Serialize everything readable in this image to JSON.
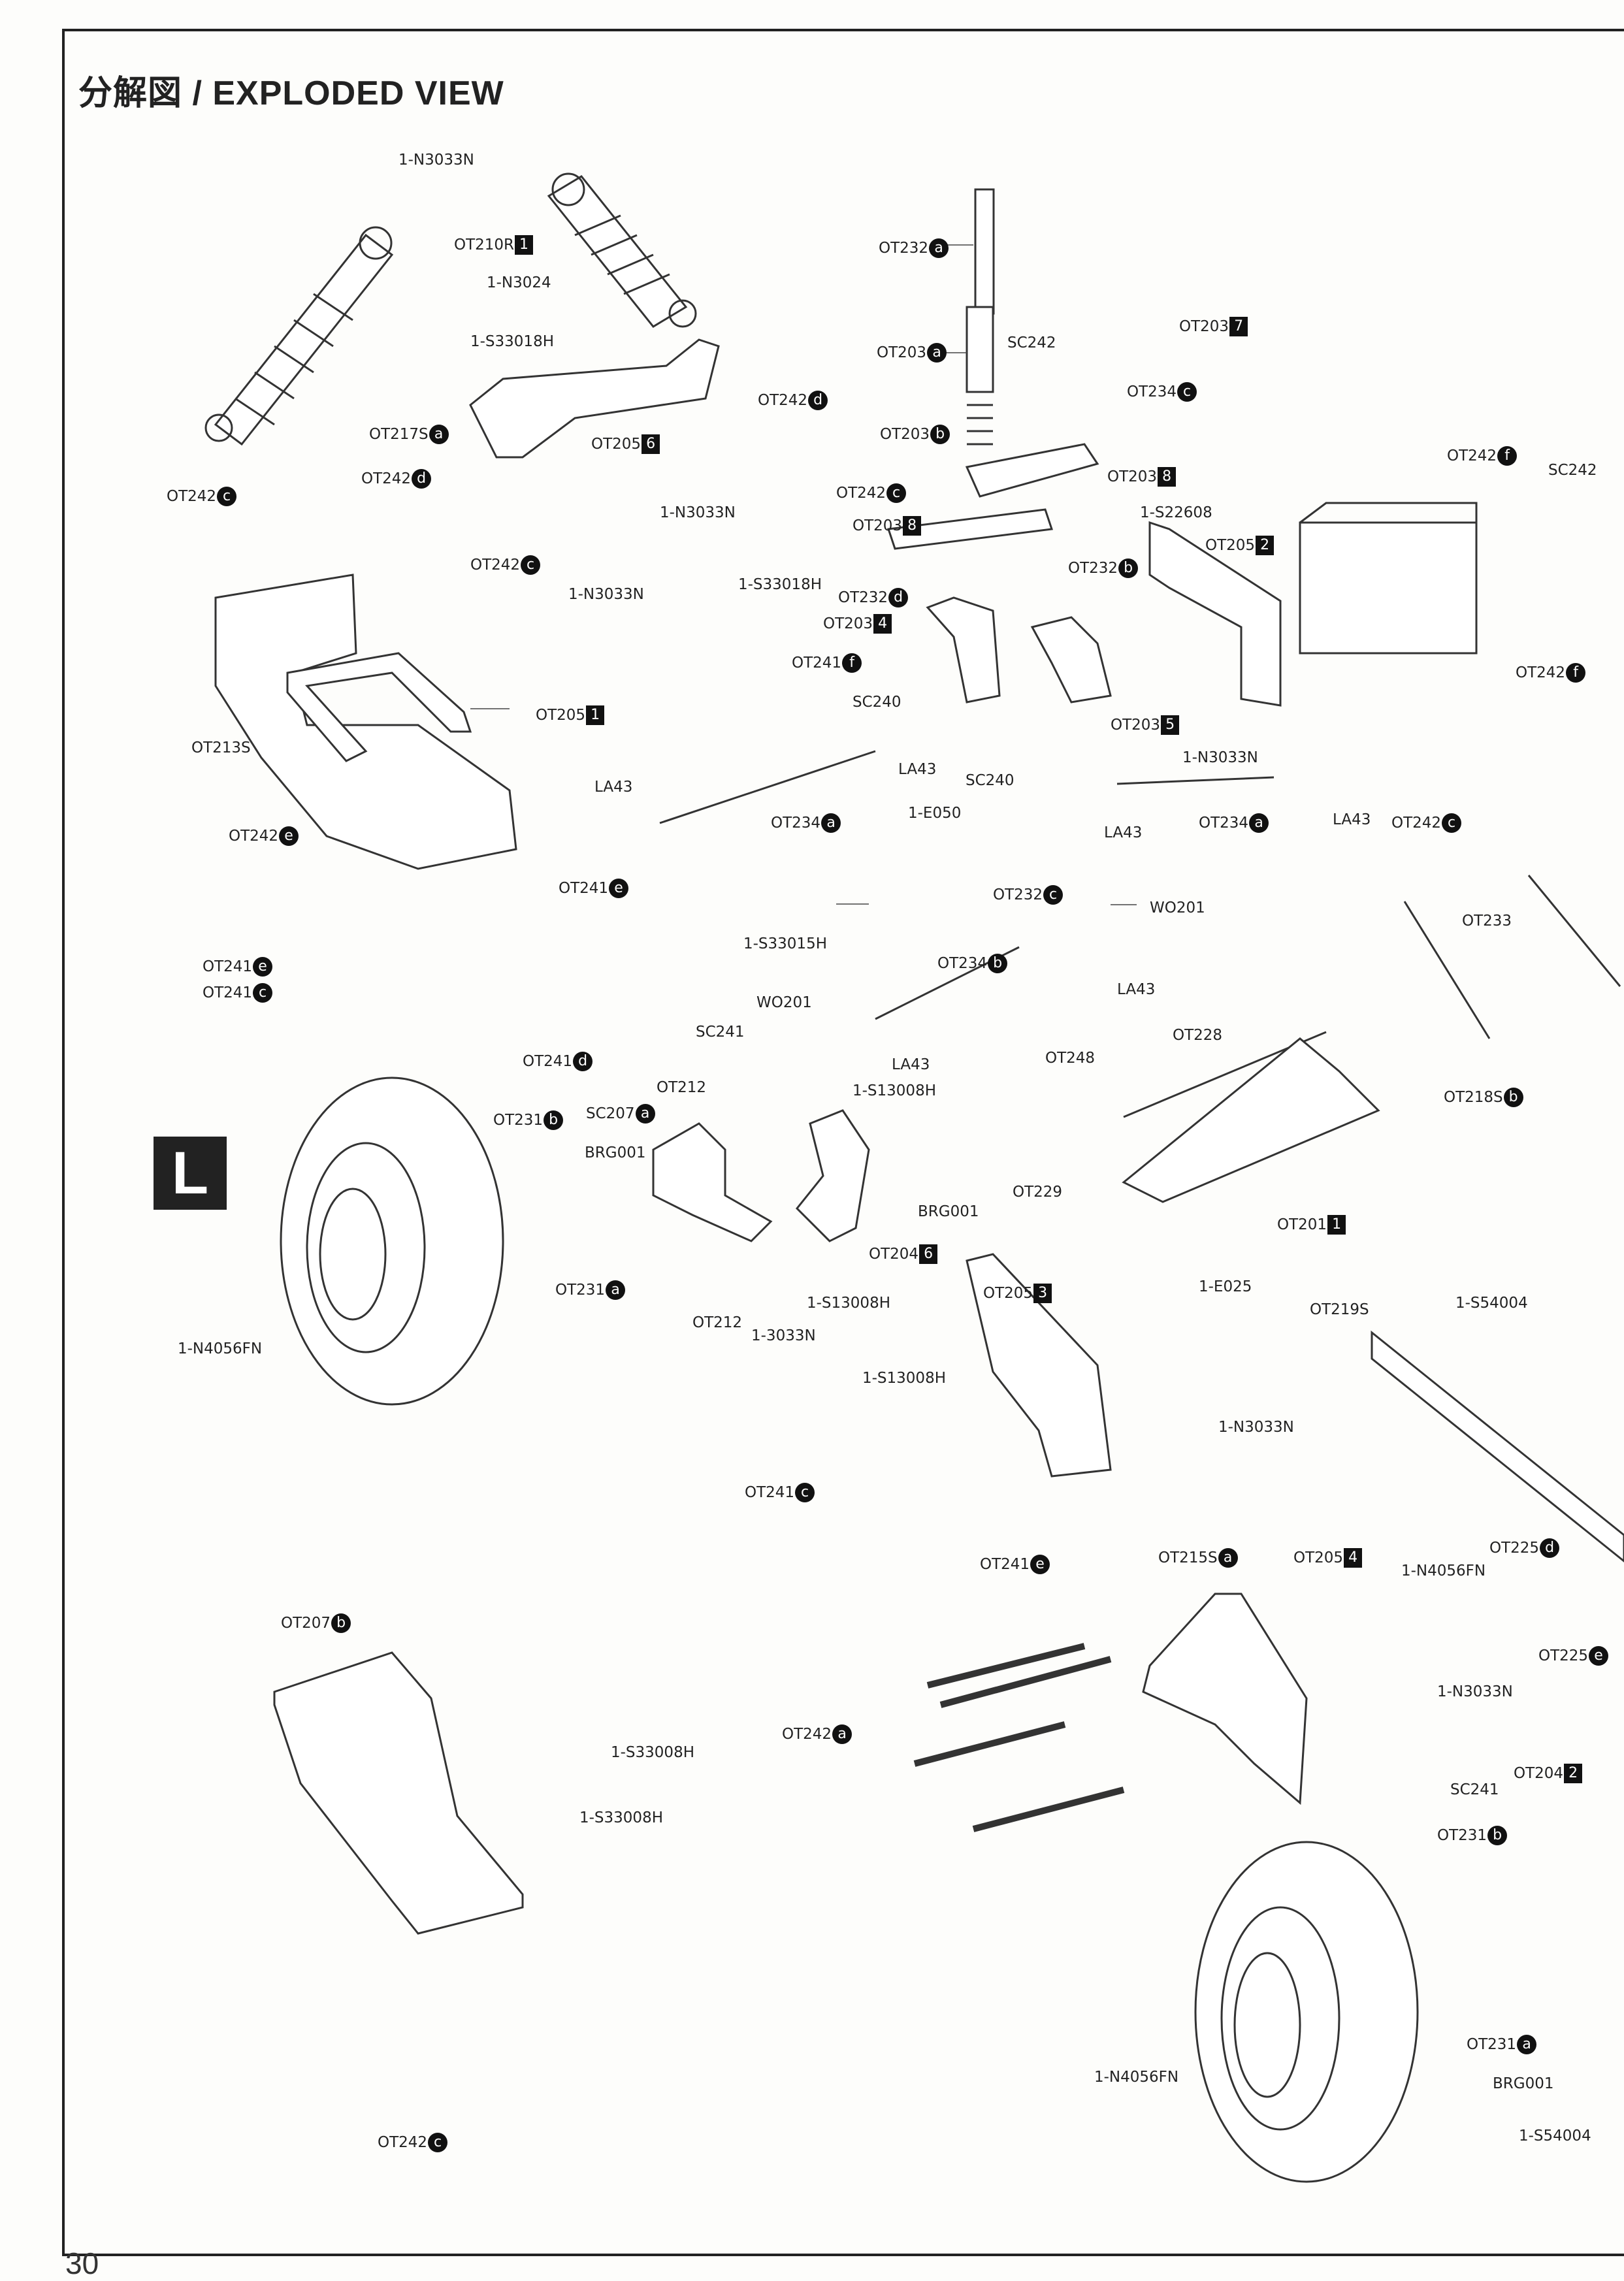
{
  "page": {
    "title": "分解図 / EXPLODED VIEW",
    "page_number": "30",
    "side_marker": "L"
  },
  "labels": [
    {
      "id": "n3033n-top",
      "code": "1-N3033N",
      "badge": null
    },
    {
      "id": "ot210r",
      "code": "OT210R",
      "badge": "1",
      "badge_shape": "square"
    },
    {
      "id": "n3024",
      "code": "1-N3024",
      "badge": null
    },
    {
      "id": "s33018h-top",
      "code": "1-S33018H",
      "badge": null
    },
    {
      "id": "ot217s",
      "code": "OT217S",
      "badge": "a",
      "badge_shape": "circle"
    },
    {
      "id": "ot205-6",
      "code": "OT205",
      "badge": "6",
      "badge_shape": "square"
    },
    {
      "id": "ot242d-1",
      "code": "OT242",
      "badge": "d",
      "badge_shape": "circle"
    },
    {
      "id": "ot242c-1",
      "code": "OT242",
      "badge": "c",
      "badge_shape": "circle"
    },
    {
      "id": "ot242c-2",
      "code": "OT242",
      "badge": "c",
      "badge_shape": "circle"
    },
    {
      "id": "n3033n-2",
      "code": "1-N3033N",
      "badge": null
    },
    {
      "id": "n3033n-3",
      "code": "1-N3033N",
      "badge": null
    },
    {
      "id": "s33018h-2",
      "code": "1-S33018H",
      "badge": null
    },
    {
      "id": "ot242d-2",
      "code": "OT242",
      "badge": "d",
      "badge_shape": "circle"
    },
    {
      "id": "ot242c-3",
      "code": "OT242",
      "badge": "c",
      "badge_shape": "circle"
    },
    {
      "id": "ot232a",
      "code": "OT232",
      "badge": "a",
      "badge_shape": "circle"
    },
    {
      "id": "ot203a",
      "code": "OT203",
      "badge": "a",
      "badge_shape": "circle"
    },
    {
      "id": "sc242-1",
      "code": "SC242",
      "badge": null
    },
    {
      "id": "ot203-7",
      "code": "OT203",
      "badge": "7",
      "badge_shape": "square"
    },
    {
      "id": "ot234c",
      "code": "OT234",
      "badge": "c",
      "badge_shape": "circle"
    },
    {
      "id": "ot203b",
      "code": "OT203",
      "badge": "b",
      "badge_shape": "circle"
    },
    {
      "id": "ot203-8a",
      "code": "OT203",
      "badge": "8",
      "badge_shape": "square"
    },
    {
      "id": "ot203-8b",
      "code": "OT203",
      "badge": "8",
      "badge_shape": "square"
    },
    {
      "id": "s22608",
      "code": "1-S22608",
      "badge": null
    },
    {
      "id": "ot205-2",
      "code": "OT205",
      "badge": "2",
      "badge_shape": "square"
    },
    {
      "id": "ot232d",
      "code": "OT232",
      "badge": "d",
      "badge_shape": "circle"
    },
    {
      "id": "ot232b",
      "code": "OT232",
      "badge": "b",
      "badge_shape": "circle"
    },
    {
      "id": "ot203-4",
      "code": "OT203",
      "badge": "4",
      "badge_shape": "square"
    },
    {
      "id": "ot241f",
      "code": "OT241",
      "badge": "f",
      "badge_shape": "circle"
    },
    {
      "id": "sc240-1",
      "code": "SC240",
      "badge": null
    },
    {
      "id": "ot203-5",
      "code": "OT203",
      "badge": "5",
      "badge_shape": "square"
    },
    {
      "id": "n3033n-4",
      "code": "1-N3033N",
      "badge": null
    },
    {
      "id": "ot242f-1",
      "code": "OT242",
      "badge": "f",
      "badge_shape": "circle"
    },
    {
      "id": "sc242-2",
      "code": "SC242",
      "badge": null
    },
    {
      "id": "ot242f-2",
      "code": "OT242",
      "badge": "f",
      "badge_shape": "circle"
    },
    {
      "id": "ot205-1",
      "code": "OT205",
      "badge": "1",
      "badge_shape": "square"
    },
    {
      "id": "ot213s",
      "code": "OT213S",
      "badge": null
    },
    {
      "id": "la43-1",
      "code": "LA43",
      "badge": null
    },
    {
      "id": "ot234a-1",
      "code": "OT234",
      "badge": "a",
      "badge_shape": "circle"
    },
    {
      "id": "la43-2",
      "code": "LA43",
      "badge": null
    },
    {
      "id": "e050",
      "code": "1-E050",
      "badge": null
    },
    {
      "id": "sc240-2",
      "code": "SC240",
      "badge": null
    },
    {
      "id": "la43-3",
      "code": "LA43",
      "badge": null
    },
    {
      "id": "ot234a-2",
      "code": "OT234",
      "badge": "a",
      "badge_shape": "circle"
    },
    {
      "id": "la43-4",
      "code": "LA43",
      "badge": null
    },
    {
      "id": "ot242c-4",
      "code": "OT242",
      "badge": "c",
      "badge_shape": "circle"
    },
    {
      "id": "ot232c",
      "code": "OT232",
      "badge": "c",
      "badge_shape": "circle"
    },
    {
      "id": "wo201-1",
      "code": "WO201",
      "badge": null
    },
    {
      "id": "ot233",
      "code": "OT233",
      "badge": null
    },
    {
      "id": "ot242e",
      "code": "OT242",
      "badge": "e",
      "badge_shape": "circle"
    },
    {
      "id": "ot241e-1",
      "code": "OT241",
      "badge": "e",
      "badge_shape": "circle"
    },
    {
      "id": "ot241e-2",
      "code": "OT241",
      "badge": "e",
      "badge_shape": "circle"
    },
    {
      "id": "ot241c-1",
      "code": "OT241",
      "badge": "c",
      "badge_shape": "circle"
    },
    {
      "id": "ot241d",
      "code": "OT241",
      "badge": "d",
      "badge_shape": "circle"
    },
    {
      "id": "s33015h",
      "code": "1-S33015H",
      "badge": null
    },
    {
      "id": "ot234b",
      "code": "OT234",
      "badge": "b",
      "badge_shape": "circle"
    },
    {
      "id": "wo201-2",
      "code": "WO201",
      "badge": null
    },
    {
      "id": "la43-5",
      "code": "LA43",
      "badge": null
    },
    {
      "id": "la43-6",
      "code": "LA43",
      "badge": null
    },
    {
      "id": "sc241-1",
      "code": "SC241",
      "badge": null
    },
    {
      "id": "ot248",
      "code": "OT248",
      "badge": null
    },
    {
      "id": "ot228",
      "code": "OT228",
      "badge": null
    },
    {
      "id": "ot218s",
      "code": "OT218S",
      "badge": "b",
      "badge_shape": "circle"
    },
    {
      "id": "s13008h-1",
      "code": "1-S13008H",
      "badge": null
    },
    {
      "id": "ot212-1",
      "code": "OT212",
      "badge": null
    },
    {
      "id": "ot231b-1",
      "code": "OT231",
      "badge": "b",
      "badge_shape": "circle"
    },
    {
      "id": "sc207a",
      "code": "SC207",
      "badge": "a",
      "badge_shape": "circle"
    },
    {
      "id": "brg001-1",
      "code": "BRG001",
      "badge": null
    },
    {
      "id": "ot229",
      "code": "OT229",
      "badge": null
    },
    {
      "id": "brg001-2",
      "code": "BRG001",
      "badge": null
    },
    {
      "id": "ot201-1",
      "code": "OT201",
      "badge": "1",
      "badge_shape": "square"
    },
    {
      "id": "ot204-6",
      "code": "OT204",
      "badge": "6",
      "badge_shape": "square"
    },
    {
      "id": "ot231a-1",
      "code": "OT231",
      "badge": "a",
      "badge_shape": "circle"
    },
    {
      "id": "n4056fn-1",
      "code": "1-N4056FN",
      "badge": null
    },
    {
      "id": "ot212-2",
      "code": "OT212",
      "badge": null
    },
    {
      "id": "n3033n-5",
      "code": "1-3033N",
      "badge": null
    },
    {
      "id": "s13008h-2",
      "code": "1-S13008H",
      "badge": null
    },
    {
      "id": "e025",
      "code": "1-E025",
      "badge": null
    },
    {
      "id": "ot205-3",
      "code": "OT205",
      "badge": "3",
      "badge_shape": "square"
    },
    {
      "id": "ot219s",
      "code": "OT219S",
      "badge": null
    },
    {
      "id": "s54004-1",
      "code": "1-S54004",
      "badge": null
    },
    {
      "id": "s13008h-3",
      "code": "1-S13008H",
      "badge": null
    },
    {
      "id": "n3033n-6",
      "code": "1-N3033N",
      "badge": null
    },
    {
      "id": "ot241c-2",
      "code": "OT241",
      "badge": "c",
      "badge_shape": "circle"
    },
    {
      "id": "ot241e-3",
      "code": "OT241",
      "badge": "e",
      "badge_shape": "circle"
    },
    {
      "id": "ot215s",
      "code": "OT215S",
      "badge": "a",
      "badge_shape": "circle"
    },
    {
      "id": "ot205-4",
      "code": "OT205",
      "badge": "4",
      "badge_shape": "square"
    },
    {
      "id": "n4056fn-2",
      "code": "1-N4056FN",
      "badge": null
    },
    {
      "id": "ot225d",
      "code": "OT225",
      "badge": "d",
      "badge_shape": "circle"
    },
    {
      "id": "ot225e",
      "code": "OT225",
      "badge": "e",
      "badge_shape": "circle"
    },
    {
      "id": "n3033n-7",
      "code": "1-N3033N",
      "badge": null
    },
    {
      "id": "ot207b",
      "code": "OT207",
      "badge": "b",
      "badge_shape": "circle"
    },
    {
      "id": "ot242a",
      "code": "OT242",
      "badge": "a",
      "badge_shape": "circle"
    },
    {
      "id": "s33008h-1",
      "code": "1-S33008H",
      "badge": null
    },
    {
      "id": "s33008h-2",
      "code": "1-S33008H",
      "badge": null
    },
    {
      "id": "sc241-2",
      "code": "SC241",
      "badge": null
    },
    {
      "id": "ot204-2",
      "code": "OT204",
      "badge": "2",
      "badge_shape": "square"
    },
    {
      "id": "ot231b-2",
      "code": "OT231",
      "badge": "b",
      "badge_shape": "circle"
    },
    {
      "id": "n4056fn-3",
      "code": "1-N4056FN",
      "badge": null
    },
    {
      "id": "ot231a-2",
      "code": "OT231",
      "badge": "a",
      "badge_shape": "circle"
    },
    {
      "id": "brg001-3",
      "code": "BRG001",
      "badge": null
    },
    {
      "id": "s54004-2",
      "code": "1-S54004",
      "badge": null
    },
    {
      "id": "ot242c-5",
      "code": "OT242",
      "badge": "c",
      "badge_shape": "circle"
    }
  ]
}
